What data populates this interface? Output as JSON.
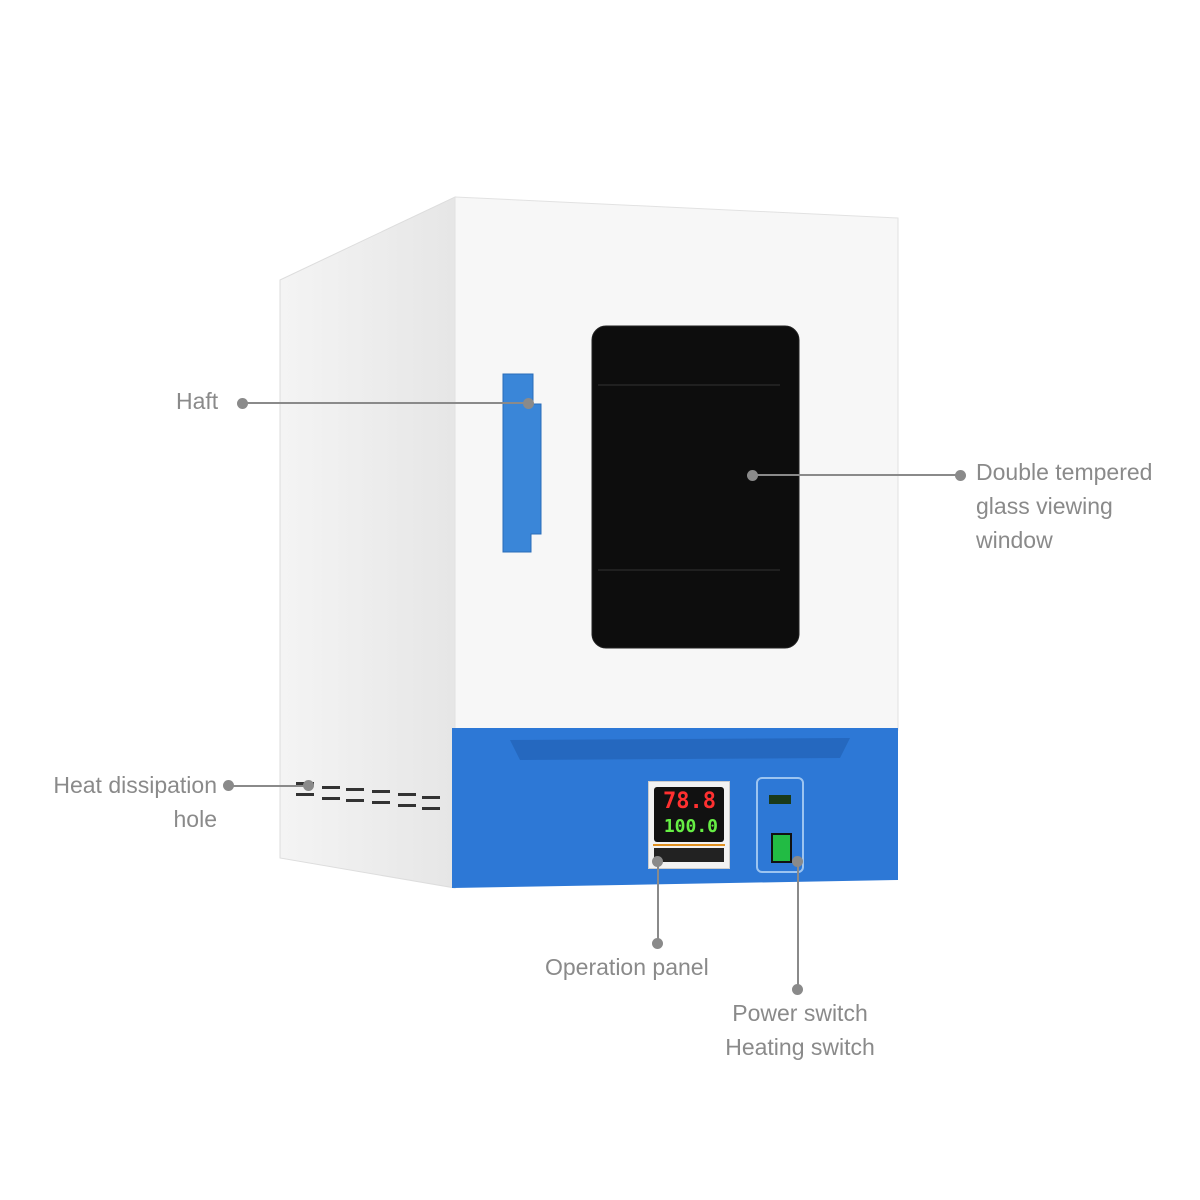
{
  "labels": {
    "haft": "Haft",
    "window": [
      "Double tempered",
      "glass viewing",
      "window"
    ],
    "vent": [
      "Heat dissipation",
      "hole"
    ],
    "panel": "Operation panel",
    "switches": [
      "Power switch",
      "Heating switch"
    ]
  },
  "display": {
    "pv": "78.8",
    "sv": "100.0"
  },
  "colors": {
    "accent": "#2d78d6",
    "line": "#8a8a8a"
  }
}
